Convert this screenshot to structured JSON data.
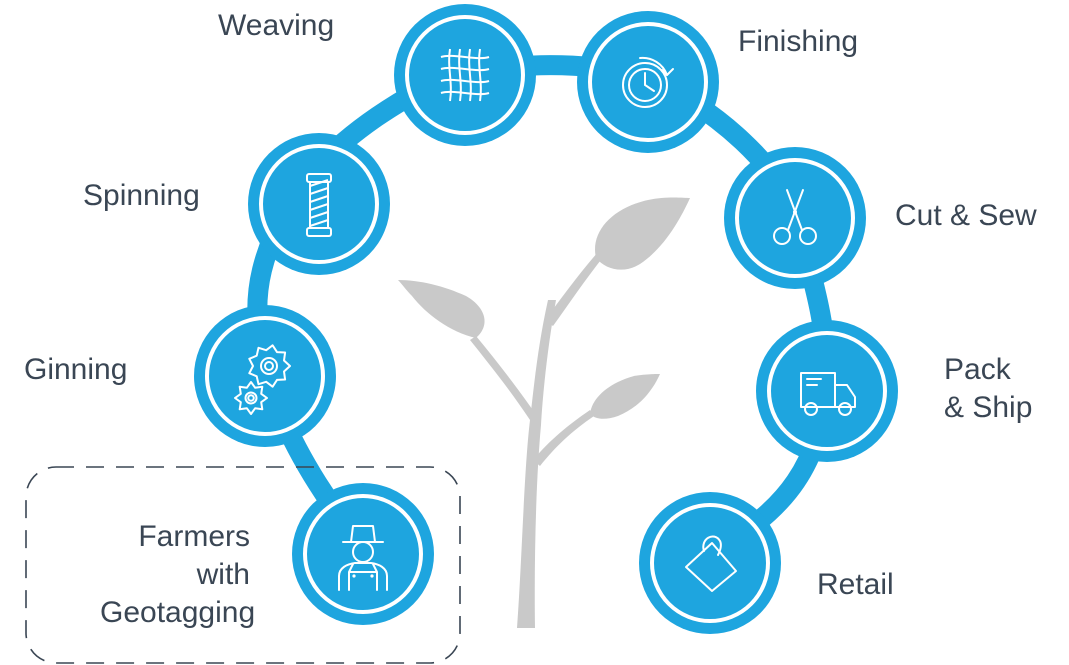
{
  "colors": {
    "ring": "#1ea5df",
    "node_fill": "#1ea5df",
    "node_inner_ring": "#ffffff",
    "plant": "#c9c9c9",
    "label_text": "#3a4654",
    "dashed_box": "#3a4654"
  },
  "stages": [
    {
      "id": "farmers",
      "label_lines": [
        "Farmers",
        "with",
        "Geotagging"
      ],
      "icon": "farmer-icon"
    },
    {
      "id": "ginning",
      "label_lines": [
        "Ginning"
      ],
      "icon": "gears-icon"
    },
    {
      "id": "spinning",
      "label_lines": [
        "Spinning"
      ],
      "icon": "spool-icon"
    },
    {
      "id": "weaving",
      "label_lines": [
        "Weaving"
      ],
      "icon": "weave-icon"
    },
    {
      "id": "finishing",
      "label_lines": [
        "Finishing"
      ],
      "icon": "dial-icon"
    },
    {
      "id": "cut-sew",
      "label_lines": [
        "Cut & Sew"
      ],
      "icon": "scissors-icon"
    },
    {
      "id": "pack-ship",
      "label_lines": [
        "Pack",
        "& Ship"
      ],
      "icon": "truck-icon"
    },
    {
      "id": "retail",
      "label_lines": [
        "Retail"
      ],
      "icon": "shopping-bag-icon"
    }
  ]
}
